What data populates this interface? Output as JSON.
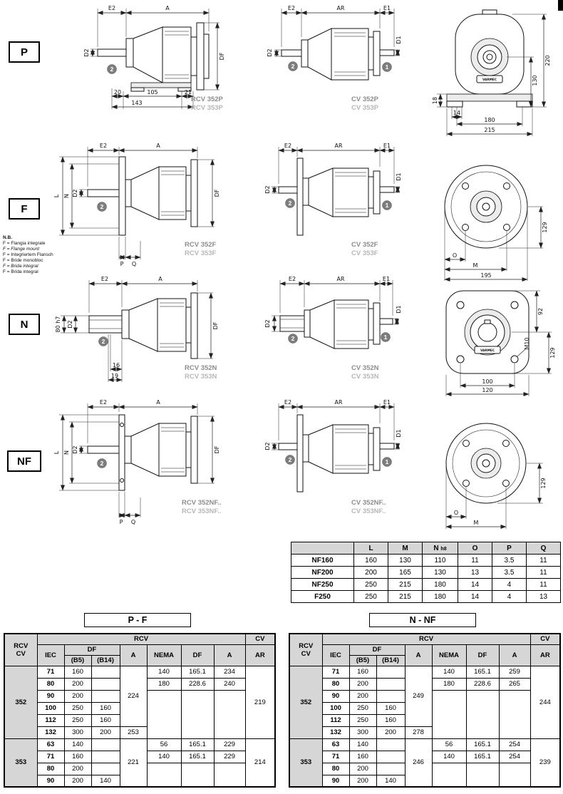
{
  "drawings": {
    "p": {
      "label": "P",
      "rcv": {
        "top": [
          "E2",
          "A"
        ],
        "left": [
          "D2"
        ],
        "right": [
          "DF"
        ],
        "badge2": "2",
        "bottom": [
          "20",
          "105",
          "21",
          "143"
        ],
        "cap": [
          "RCV 352P",
          "RCV 353P"
        ]
      },
      "cv": {
        "top": [
          "E2",
          "AR",
          "E1"
        ],
        "left": [
          "D2"
        ],
        "right": [
          "D1"
        ],
        "badge2": "2",
        "badge1": "1",
        "cap": [
          "CV 352P",
          "CV 353P"
        ]
      },
      "front": {
        "left": [
          "18"
        ],
        "right": [
          "130",
          "220"
        ],
        "bottom": [
          "14",
          "180",
          "215"
        ],
        "logo": "VARMEC"
      }
    },
    "f": {
      "label": "F",
      "rcv": {
        "top": [
          "E2",
          "A"
        ],
        "left": [
          "L",
          "N",
          "D2"
        ],
        "right": [
          "DF"
        ],
        "badge2": "2",
        "bottom": [
          "P",
          "Q"
        ],
        "cap": [
          "RCV 352F",
          "RCV 353F"
        ]
      },
      "cv": {
        "top": [
          "E2",
          "AR",
          "E1"
        ],
        "left": [
          "D2"
        ],
        "right": [
          "D1"
        ],
        "badge2": "2",
        "badge1": "1",
        "cap": [
          "CV 352F",
          "CV 353F"
        ]
      },
      "front": {
        "right": [
          "129"
        ],
        "bottom": [
          "O",
          "M",
          "195"
        ]
      }
    },
    "n": {
      "label": "N",
      "rcv": {
        "top": [
          "E2",
          "A"
        ],
        "left": [
          "80 h7",
          "D2"
        ],
        "right": [
          "DF"
        ],
        "badge2": "2",
        "bottom": [
          "16",
          "19"
        ],
        "cap": [
          "RCV 352N",
          "RCV 353N"
        ]
      },
      "cv": {
        "top": [
          "E2",
          "AR",
          "E1"
        ],
        "left": [
          "D2"
        ],
        "right": [
          "D1"
        ],
        "badge2": "2",
        "badge1": "1",
        "cap": [
          "CV 352N",
          "CV 353N"
        ]
      },
      "front": {
        "right": [
          "92",
          "129"
        ],
        "label_m10": "M10",
        "bottom": [
          "100",
          "120"
        ],
        "logo": "VARMEC"
      }
    },
    "nf": {
      "label": "NF",
      "rcv": {
        "top": [
          "E2",
          "A"
        ],
        "left": [
          "L",
          "N",
          "D2"
        ],
        "right": [
          "DF"
        ],
        "badge2": "2",
        "bottom": [
          "P",
          "Q"
        ],
        "cap": [
          "RCV 352NF..",
          "RCV 353NF.."
        ]
      },
      "cv": {
        "top": [
          "E2",
          "AR",
          "E1"
        ],
        "left": [
          "D2"
        ],
        "right": [
          "D1"
        ],
        "badge2": "2",
        "badge1": "1",
        "cap": [
          "CV 352NF..",
          "CV 353NF.."
        ]
      },
      "front": {
        "right": [
          "129"
        ],
        "bottom": [
          "O",
          "M"
        ]
      }
    }
  },
  "nb": {
    "title": "N.B.",
    "lines": [
      "F = Flangia integrale",
      "F = Flange mount",
      "F = Integriertem Flansch",
      "F = Bride monobloc",
      "F = Brida integral",
      "F = Brida integral"
    ]
  },
  "dim_table": {
    "col0": "",
    "cols": [
      "L",
      "M",
      "N",
      "O",
      "P",
      "Q"
    ],
    "n_sub": "h8",
    "rows": [
      {
        "name": "NF160",
        "v": [
          "160",
          "130",
          "110",
          "11",
          "3.5",
          "11"
        ]
      },
      {
        "name": "NF200",
        "v": [
          "200",
          "165",
          "130",
          "13",
          "3.5",
          "11"
        ]
      },
      {
        "name": "NF250",
        "v": [
          "250",
          "215",
          "180",
          "14",
          "4",
          "11"
        ]
      },
      {
        "name": "F250",
        "v": [
          "250",
          "215",
          "180",
          "14",
          "4",
          "13"
        ]
      }
    ]
  },
  "spec": {
    "headers": {
      "corner1": "RCV",
      "corner2": "CV",
      "rcv": "RCV",
      "cv": "CV",
      "iec": "IEC",
      "df": "DF",
      "b5": "(B5)",
      "b14": "(B14)",
      "a": "A",
      "nema": "NEMA",
      "df2": "DF",
      "a2": "A",
      "ar": "AR"
    },
    "tables": [
      {
        "title": "P - F",
        "groups": [
          {
            "name": "352",
            "a_main": "224",
            "a_last": "253",
            "ar": "219",
            "rows": [
              {
                "iec": "71",
                "b5": "160",
                "b14": "",
                "nema": "140",
                "ndf": "165.1",
                "na": "234"
              },
              {
                "iec": "80",
                "b5": "200",
                "b14": "",
                "nema": "180",
                "ndf": "228.6",
                "na": "240"
              },
              {
                "iec": "90",
                "b5": "200",
                "b14": ""
              },
              {
                "iec": "100",
                "b5": "250",
                "b14": "160"
              },
              {
                "iec": "112",
                "b5": "250",
                "b14": "160"
              },
              {
                "iec": "132",
                "b5": "300",
                "b14": "200"
              }
            ]
          },
          {
            "name": "353",
            "a_main": "221",
            "ar": "214",
            "rows": [
              {
                "iec": "63",
                "b5": "140",
                "b14": "",
                "nema": "56",
                "ndf": "165.1",
                "na": "229"
              },
              {
                "iec": "71",
                "b5": "160",
                "b14": "",
                "nema": "140",
                "ndf": "165.1",
                "na": "229"
              },
              {
                "iec": "80",
                "b5": "200",
                "b14": ""
              },
              {
                "iec": "90",
                "b5": "200",
                "b14": "140"
              }
            ]
          }
        ]
      },
      {
        "title": "N - NF",
        "groups": [
          {
            "name": "352",
            "a_main": "249",
            "a_last": "278",
            "ar": "244",
            "rows": [
              {
                "iec": "71",
                "b5": "160",
                "b14": "",
                "nema": "140",
                "ndf": "165.1",
                "na": "259"
              },
              {
                "iec": "80",
                "b5": "200",
                "b14": "",
                "nema": "180",
                "ndf": "228.6",
                "na": "265"
              },
              {
                "iec": "90",
                "b5": "200",
                "b14": ""
              },
              {
                "iec": "100",
                "b5": "250",
                "b14": "160"
              },
              {
                "iec": "112",
                "b5": "250",
                "b14": "160"
              },
              {
                "iec": "132",
                "b5": "300",
                "b14": "200"
              }
            ]
          },
          {
            "name": "353",
            "a_main": "246",
            "ar": "239",
            "rows": [
              {
                "iec": "63",
                "b5": "140",
                "b14": "",
                "nema": "56",
                "ndf": "165.1",
                "na": "254"
              },
              {
                "iec": "71",
                "b5": "160",
                "b14": "",
                "nema": "140",
                "ndf": "165.1",
                "na": "254"
              },
              {
                "iec": "80",
                "b5": "200",
                "b14": ""
              },
              {
                "iec": "90",
                "b5": "200",
                "b14": "140"
              }
            ]
          }
        ]
      }
    ]
  }
}
